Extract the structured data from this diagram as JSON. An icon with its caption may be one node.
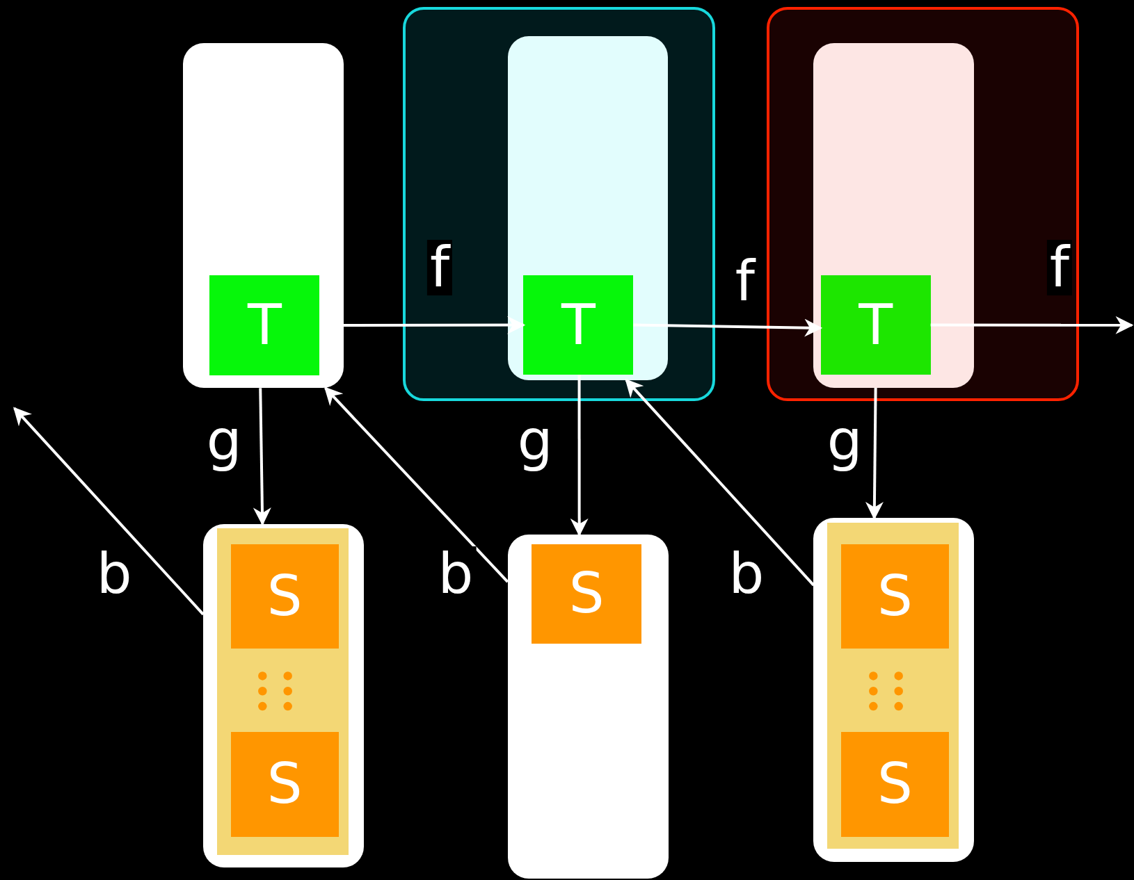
{
  "diagram": {
    "nodes": [
      {
        "text": [],
        "shape": "box"
      },
      {
        "text": [
          "T"
        ],
        "in": 0
      },
      {
        "text": [],
        "shape": "box"
      },
      {
        "text": [],
        "shape": "box",
        "in": 2
      },
      {
        "text": [
          "T"
        ],
        "in": 3
      },
      {
        "text": [],
        "shape": "box"
      },
      {
        "text": [],
        "shape": "box",
        "in": 5
      },
      {
        "text": [
          "T"
        ],
        "in": 6
      },
      {
        "text": [],
        "shape": "box"
      },
      {
        "text": [
          "S"
        ],
        "in": 8
      },
      {
        "text": [
          "S"
        ],
        "in": 8
      },
      {
        "text": [],
        "shape": "box"
      },
      {
        "text": [
          "S"
        ],
        "in": 11
      },
      {
        "text": [],
        "shape": "box"
      },
      {
        "text": [
          "S"
        ],
        "in": 13
      },
      {
        "text": [
          "S"
        ],
        "in": 13
      }
    ],
    "edges": [
      {
        "from": 0,
        "to": 4,
        "arrow": "to",
        "label": "f"
      },
      {
        "from": 4,
        "to": 7,
        "arrow": "to",
        "label": "f"
      },
      {
        "from": 7,
        "to": null,
        "arrow": "to",
        "label": "f"
      },
      {
        "from": 0,
        "to": 8,
        "arrow": "to",
        "label": "g"
      },
      {
        "from": 4,
        "to": 11,
        "arrow": "to",
        "label": "g"
      },
      {
        "from": 6,
        "to": 13,
        "arrow": "to",
        "label": "g"
      },
      {
        "from": 8,
        "to": null,
        "arrow": "to",
        "label": "b"
      },
      {
        "from": 11,
        "to": 0,
        "arrow": "to",
        "label": "b"
      },
      {
        "from": 13,
        "to": 3,
        "arrow": "to",
        "label": "b"
      }
    ]
  }
}
